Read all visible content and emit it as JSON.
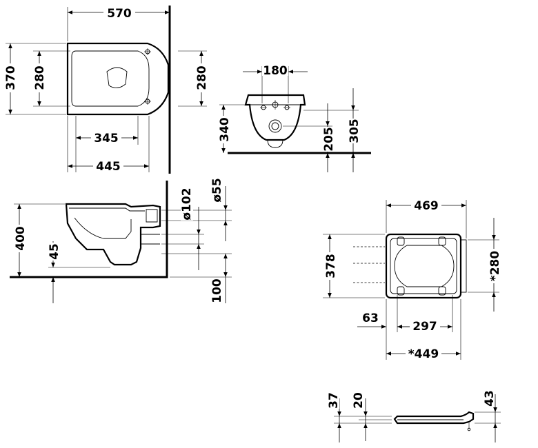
{
  "top_view": {
    "width_570": "570",
    "height_370": "370",
    "inner_280_left": "280",
    "inner_280_right": "280",
    "depth_345": "345",
    "depth_445": "445"
  },
  "front_view": {
    "width_180": "180",
    "height_340": "340",
    "height_205": "205",
    "height_305": "305"
  },
  "side_view": {
    "height_400": "400",
    "height_45": "45",
    "dia_55": "ø55",
    "dia_102": "ø102",
    "height_100": "100"
  },
  "seat_view": {
    "width_469": "469",
    "height_378": "378",
    "hinge_280": "*280",
    "offset_63": "63",
    "hole_297": "297",
    "width_449": "*449"
  },
  "seat_profile": {
    "thick_37": "37",
    "thick_20": "20",
    "thick_43": "43"
  }
}
